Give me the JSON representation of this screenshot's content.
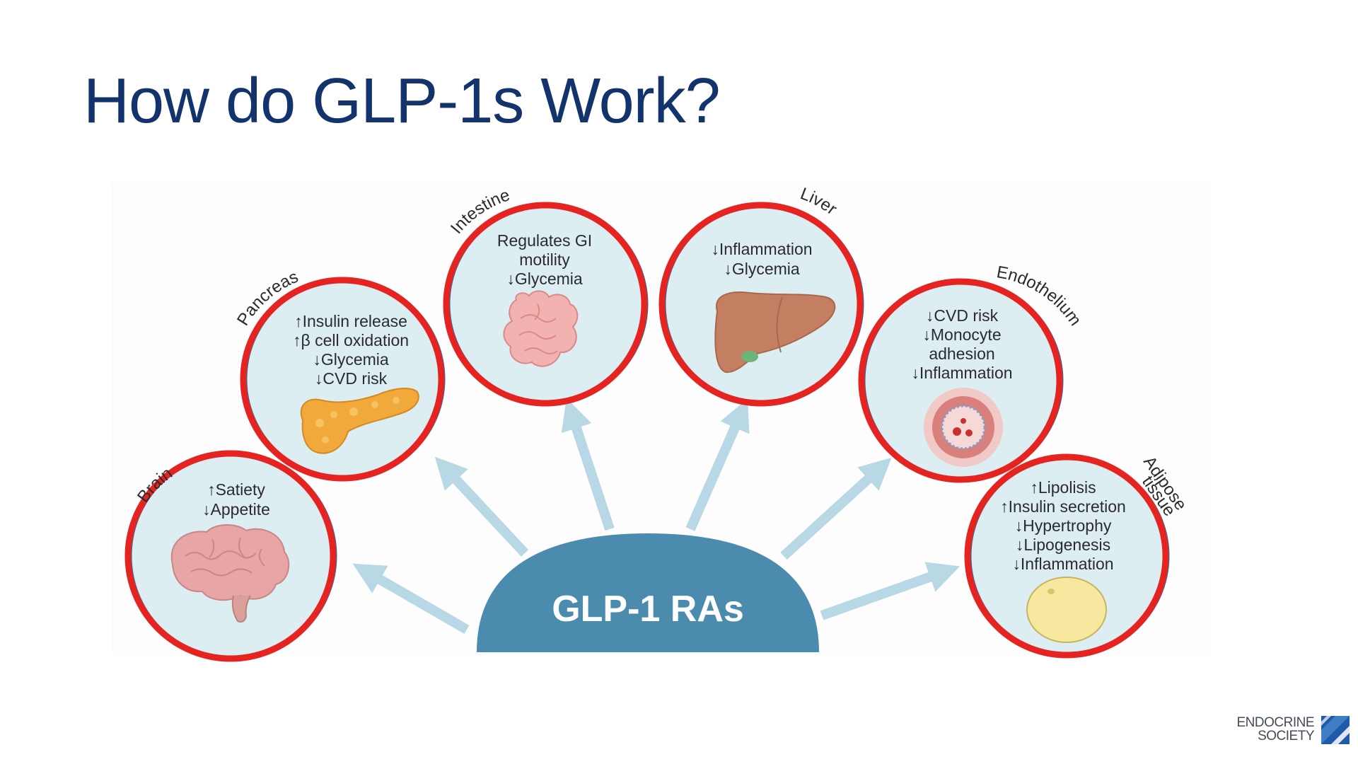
{
  "slide": {
    "title": "How do GLP-1s Work?"
  },
  "diagram": {
    "center_label": "GLP-1 RAs",
    "colors": {
      "ring": "#e52421",
      "disc": "#ddeef3",
      "hub": "#4b8cae",
      "arrow": "#b7d8e4",
      "title": "#12336b"
    },
    "organs": [
      {
        "key": "brain",
        "label": "Brain",
        "effects": [
          "↑Satiety",
          "↓Appetite"
        ]
      },
      {
        "key": "pancreas",
        "label": "Pancreas",
        "effects": [
          "↑Insulin release",
          "↑β cell oxidation",
          "↓Glycemia",
          "↓CVD risk"
        ]
      },
      {
        "key": "intestine",
        "label": "Intestine",
        "effects": [
          "Regulates GI",
          "motility",
          "↓Glycemia"
        ]
      },
      {
        "key": "liver",
        "label": "Liver",
        "effects": [
          "↓Inflammation",
          "↓Glycemia"
        ]
      },
      {
        "key": "endothelium",
        "label": "Endothelium",
        "effects": [
          "↓CVD risk",
          "↓Monocyte",
          "adhesion",
          "↓Inflammation"
        ]
      },
      {
        "key": "adipose",
        "label_lines": [
          "Adipose",
          "tissue"
        ],
        "effects": [
          "↑Lipolisis",
          "↑Insulin secretion",
          "↓Hypertrophy",
          "↓Lipogenesis",
          "↓Inflammation"
        ]
      }
    ]
  },
  "logo": {
    "line1": "ENDOCRINE",
    "line2": "SOCIETY",
    "icon": "endocrine-society-logo-icon"
  }
}
